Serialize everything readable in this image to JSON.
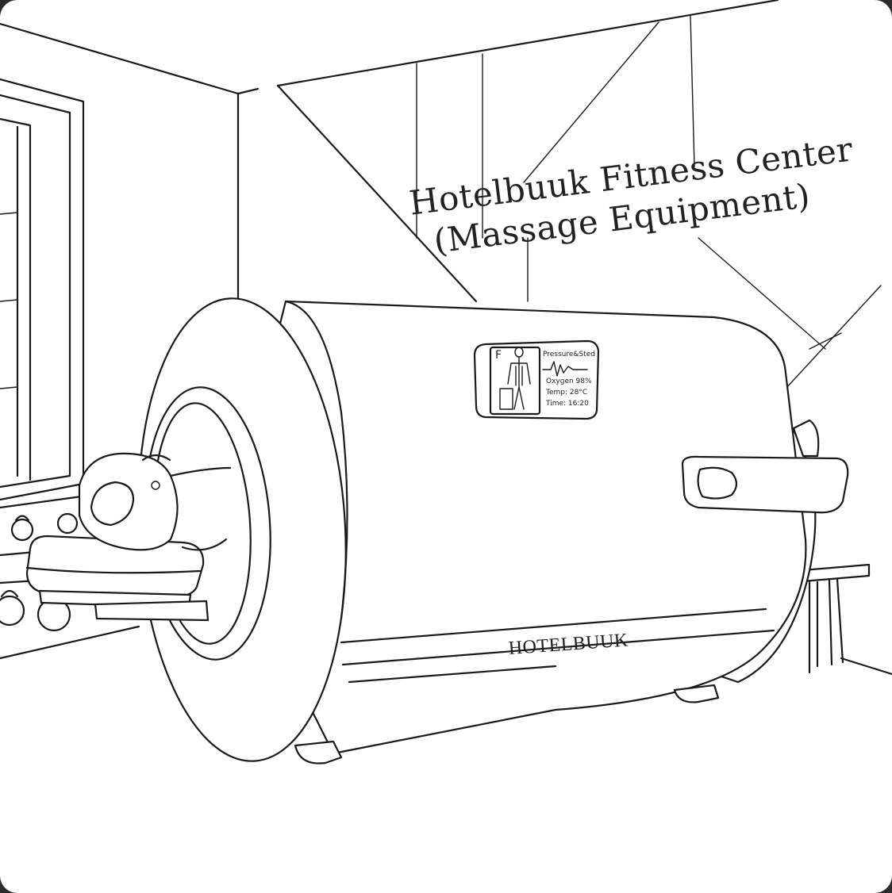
{
  "wall_sign": {
    "line1": "Hotelbuuk Fitness Center",
    "line2": "(Massage Equipment)"
  },
  "machine": {
    "brand_label": "HOTELBUUK",
    "panel": {
      "header": "Pressure&Sted",
      "row1": "Oxygen 98%",
      "row2": "Temp: 28°C",
      "row3": "Time: 16:20",
      "side_letter": "F"
    }
  },
  "colors": {
    "background": "#ffffff",
    "line": "#1a1a1a",
    "outer": "#2b2b2b"
  }
}
